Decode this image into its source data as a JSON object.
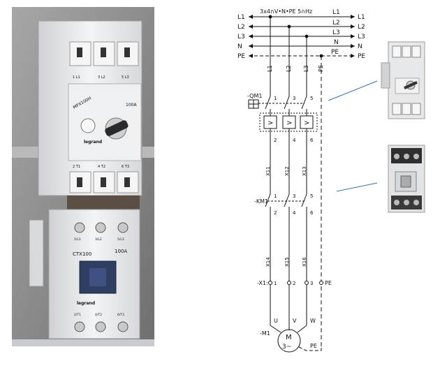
{
  "supply": {
    "header": "3x4∩V•N•PE 5∩Hz",
    "left_labels": [
      "L1",
      "L2",
      "L3",
      "N",
      "PE"
    ],
    "right_labels": [
      "L1",
      "L2",
      "L3",
      "N",
      "PE"
    ]
  },
  "drop_labels": [
    "L1",
    "L2",
    "L3",
    "PE"
  ],
  "breaker": {
    "ref": "-QM1",
    "top_terminals": [
      "1",
      "3",
      "5"
    ],
    "bottom_terminals": [
      "2",
      "4",
      "6"
    ],
    "trip_symbol": ">"
  },
  "wire_labels_upper": [
    "X11",
    "X12",
    "X13"
  ],
  "contactor": {
    "ref": "-KM1",
    "top_terminals": [
      "1",
      "3",
      "5"
    ],
    "bottom_terminals": [
      "2",
      "4",
      "6"
    ]
  },
  "wire_labels_lower": [
    "X14",
    "X15",
    "X16"
  ],
  "terminal_block": {
    "ref": "-X1:",
    "terminals": [
      "1",
      "2",
      "3"
    ],
    "pe": "PE"
  },
  "motor": {
    "ref": "-M1",
    "terminals": [
      "U",
      "V",
      "W"
    ],
    "symbol": "M",
    "phase": "3~",
    "pe": "PE"
  },
  "photo_left": {
    "breaker_model": "MPX100H",
    "breaker_rating": "100A",
    "brand": "legrand",
    "contactor_model": "CTX100",
    "contactor_rating": "100A",
    "contactor_brand": "legrand",
    "top_terminal_labels": [
      "1 L1",
      "3 L2",
      "5 L3"
    ],
    "bottom_terminal_labels": [
      "2 T1",
      "4 T2",
      "6 T3"
    ],
    "ctx_top_labels": [
      "1/L1",
      "3/L2",
      "5/L3"
    ],
    "ctx_bottom_labels": [
      "2/T1",
      "4/T2",
      "6/T3"
    ]
  },
  "colors": {
    "pointer_line": "#3a6fb0",
    "photo_bg": "#8f8f8f",
    "device_body": "#e9eaec",
    "coil_window": "#2f3e63"
  }
}
